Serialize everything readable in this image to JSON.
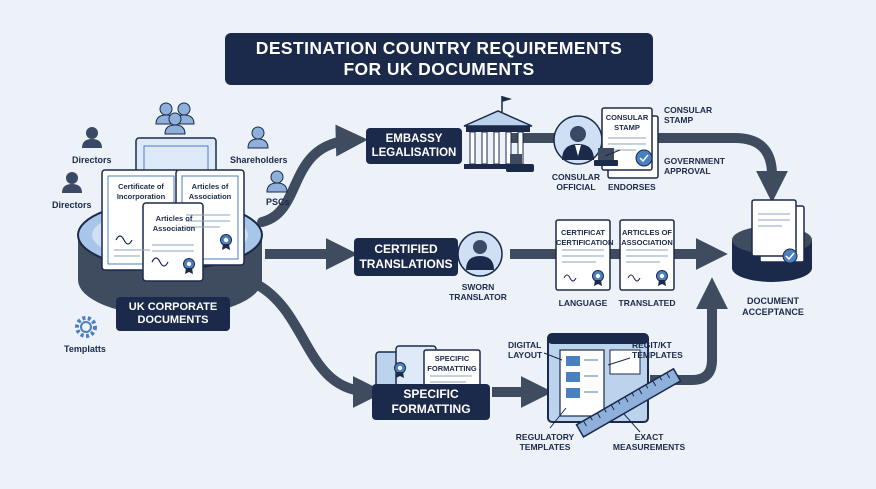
{
  "title": {
    "line1": "DESTINATION COUNTRY REQUIREMENTS",
    "line2": "FOR UK DOCUMENTS"
  },
  "source": {
    "label_line1": "UK CORPORATE",
    "label_line2": "DOCUMENTS",
    "docs": {
      "cert_inc_line1": "Certificate of",
      "cert_inc_line2": "Incorporation",
      "articles_line1": "Articles of",
      "articles_line2": "Association",
      "articles_front_line1": "Articles of",
      "articles_front_line2": "Association"
    },
    "people": {
      "directors_top": "Directors",
      "directors_left": "Directors",
      "shareholders": "Shareholders",
      "pscs": "PSCs",
      "templates": "Templatts"
    }
  },
  "branches": {
    "embassy": {
      "label_line1": "EMBASSY",
      "label_line2": "LEGALISATION",
      "consular_stamp_line1": "CONSULAR",
      "consular_stamp_line2": "STAMP",
      "doc_stamp_line1": "CONSULAR",
      "doc_stamp_line2": "STAMP",
      "consular_official_line1": "CONSULAR",
      "consular_official_line2": "OFFICIAL",
      "endorses": "ENDORSES",
      "government_line1": "GOVERNMENT",
      "government_line2": "APPROVAL"
    },
    "translations": {
      "label_line1": "CERTIFIED",
      "label_line2": "TRANSLATIONS",
      "translator_line1": "SWORN",
      "translator_line2": "TRANSLATOR",
      "doc1_line1": "CERTIFICAT",
      "doc1_line2": "CERTIFICATION",
      "doc2_line1": "ARTICLES OF",
      "doc2_line2": "ASSOCIATION",
      "language": "LANGUAGE",
      "translated": "TRANSLATED"
    },
    "formatting": {
      "label_line1": "SPECIFIC",
      "label_line2": "FORMATTING",
      "doc_line1": "SPECIFIC",
      "doc_line2": "FORMATTING",
      "digital_line1": "DIGITAL",
      "digital_line2": "LAYOUT",
      "regit_line1": "REGIT/KT",
      "regit_line2": "TEMPLATES",
      "regulatory_line1": "REGULATORY",
      "regulatory_line2": "TEMPLATES",
      "exact_line1": "EXACT",
      "exact_line2": "MEASUREMENTS"
    }
  },
  "result": {
    "label_line1": "DOCUMENT",
    "label_line2": "ACCEPTANCE"
  },
  "colors": {
    "navy": "#1b2a4a",
    "light_blue": "#bcd3ee",
    "accent_blue": "#4a7fc1",
    "arrow": "#3f4b5e",
    "background": "#edf2f9"
  }
}
